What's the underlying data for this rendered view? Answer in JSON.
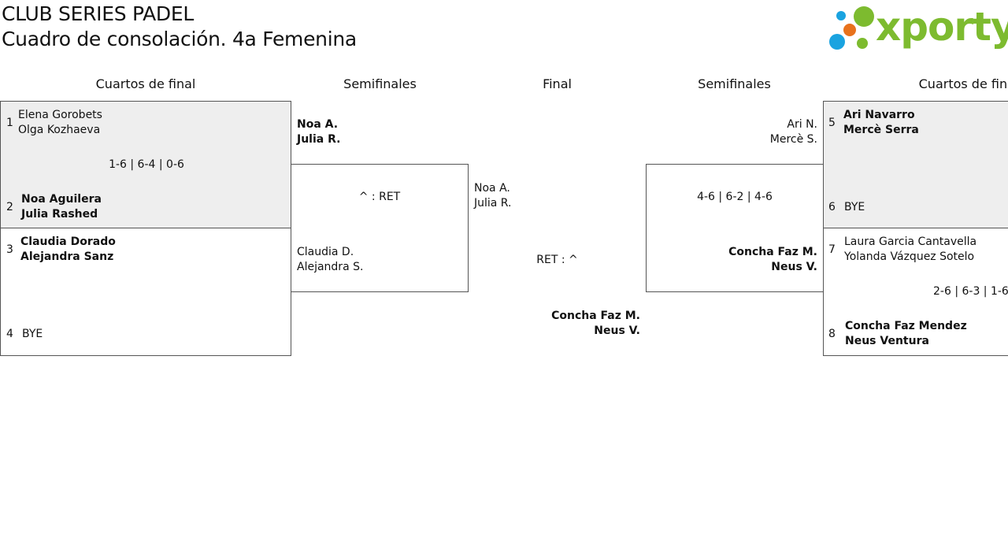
{
  "header": {
    "title": "CLUB SERIES PADEL",
    "subtitle": "Cuadro de consolación. 4a Femenina",
    "logo_text": "xporty",
    "logo_colors": {
      "green": "#7dbb2f",
      "blue": "#1aa3e0",
      "orange": "#e8721c"
    }
  },
  "rounds": {
    "qf_left": "Cuartos de final",
    "sf_left": "Semifinales",
    "final": "Final",
    "sf_right": "Semifinales",
    "qf_right": "Cuartos de final"
  },
  "left": {
    "qf": [
      {
        "seed": "1",
        "p1": "Elena Gorobets",
        "p2": "Olga Kozhaeva"
      },
      {
        "seed": "2",
        "p1": "Noa Aguilera",
        "p2": "Julia Rashed"
      },
      {
        "seed": "3",
        "p1": "Claudia Dorado",
        "p2": "Alejandra Sanz"
      },
      {
        "seed": "4",
        "p1": "BYE"
      }
    ],
    "qf_score_1": "1-6 | 6-4 | 0-6",
    "sf": [
      {
        "p1": "Noa A.",
        "p2": "Julia R."
      },
      {
        "p1": "Claudia D.",
        "p2": "Alejandra S."
      }
    ],
    "sf_score": "^ : RET",
    "finalist": {
      "p1": "Noa A.",
      "p2": "Julia R."
    }
  },
  "final_score": "RET : ^",
  "right": {
    "finalist": {
      "p1": "Concha Faz M.",
      "p2": "Neus V."
    },
    "sf": [
      {
        "p1": "Ari N.",
        "p2": "Mercè S."
      },
      {
        "p1": "Concha Faz M.",
        "p2": "Neus V."
      }
    ],
    "sf_score": "4-6 | 6-2 | 4-6",
    "qf": [
      {
        "seed": "5",
        "p1": "Ari Navarro",
        "p2": "Mercè Serra"
      },
      {
        "seed": "6",
        "p1": "BYE"
      },
      {
        "seed": "7",
        "p1": "Laura Garcia Cantavella",
        "p2": "Yolanda Vázquez Sotelo"
      },
      {
        "seed": "8",
        "p1": "Concha Faz Mendez",
        "p2": "Neus Ventura"
      }
    ],
    "qf_score_4": "2-6 | 6-3 | 1-6"
  }
}
